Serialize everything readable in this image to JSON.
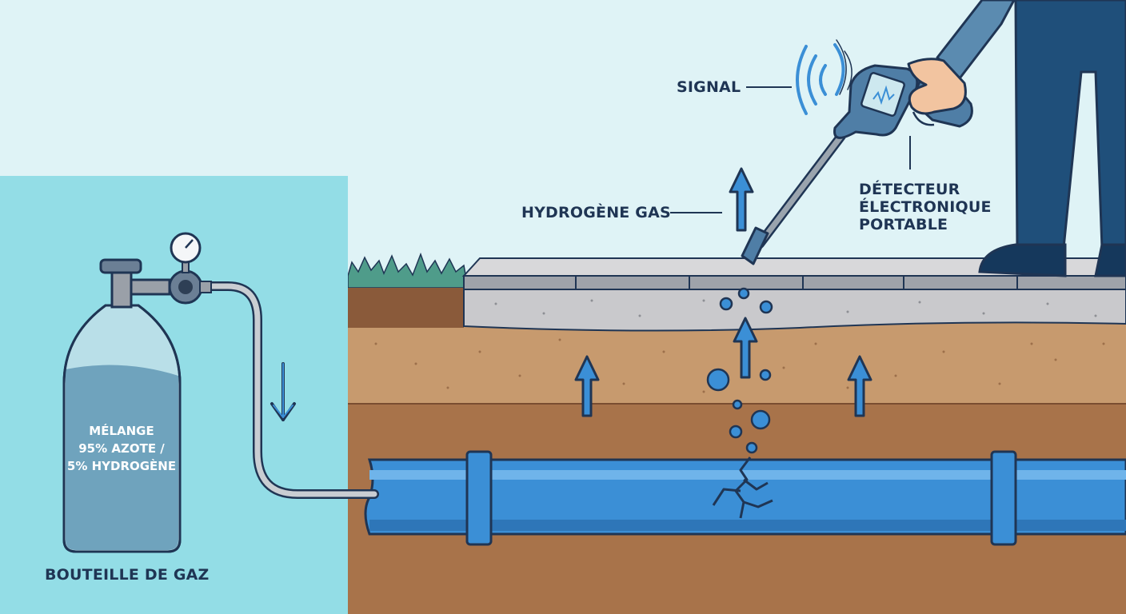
{
  "labels": {
    "signal": "SIGNAL",
    "hydrogen_gas": "HYDROGÈNE GAS",
    "detector": [
      "DÉTECTEUR",
      "ÉLECTRONIQUE",
      "PORTABLE"
    ],
    "mixture": [
      "MÉLANGE",
      "95% AZOTE /",
      "5% HYDROGÈNE"
    ],
    "bottle": "BOUTEILLE DE GAZ"
  },
  "colors": {
    "sky": "#dff3f6",
    "panel": "#93dde6",
    "outline": "#1f3554",
    "pipe": "#3b8fd6",
    "soil_top": "#c79a6e",
    "soil_deep": "#a8734a",
    "concrete": "#c9c9cc",
    "gas_arrow": "#3b8fd6"
  }
}
